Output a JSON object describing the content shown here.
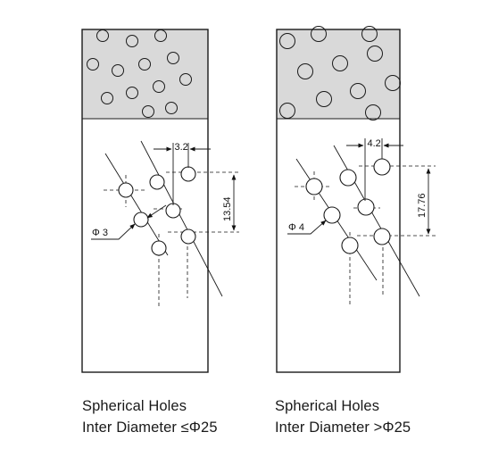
{
  "left_panel": {
    "pitch_label": "3.2",
    "height_label": "13.54",
    "diameter_label": "Φ 3",
    "caption_line1": "Spherical Holes",
    "caption_line2": "Inter Diameter ≤Φ25"
  },
  "right_panel": {
    "pitch_label": "4.2",
    "height_label": "17.76",
    "diameter_label": "Φ 4",
    "caption_line1": "Spherical Holes",
    "caption_line2": "Inter Diameter >Φ25"
  },
  "colors": {
    "texture_fill": "#d9d9d9",
    "line": "#1a1a1a",
    "background": "#ffffff"
  }
}
